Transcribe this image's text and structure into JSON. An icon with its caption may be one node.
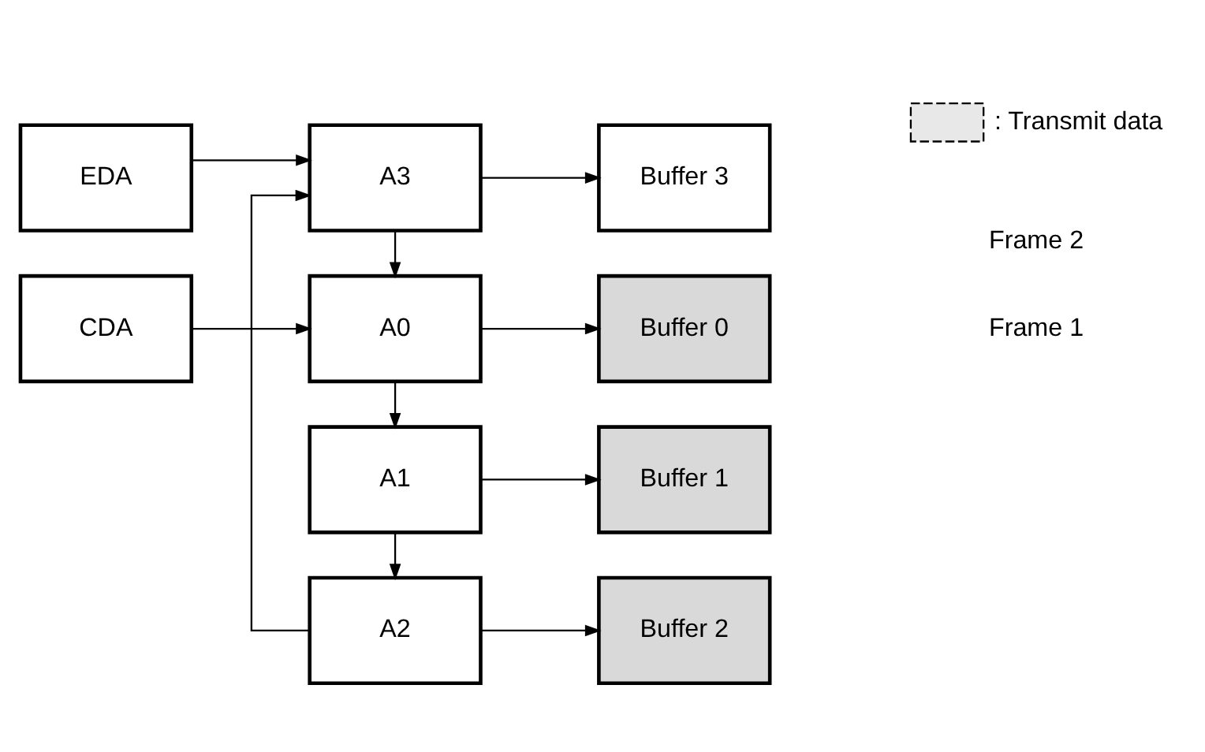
{
  "diagram": {
    "nodes": [
      {
        "text": [
          "CDA"
        ]
      },
      {
        "text": [
          "EDA"
        ]
      },
      {
        "text": [
          "A0"
        ]
      },
      {
        "text": [
          "A1"
        ]
      },
      {
        "text": [
          "A2"
        ]
      },
      {
        "text": [
          "A3"
        ]
      },
      {
        "text": [
          "Buffer 0"
        ]
      },
      {
        "text": [
          "Buffer 1"
        ]
      },
      {
        "text": [
          "Buffer 2"
        ]
      },
      {
        "text": [
          "Buffer 3"
        ]
      }
    ],
    "edges": [
      {
        "from": 0,
        "to": 2,
        "arrow": "to"
      },
      {
        "from": 1,
        "to": 5,
        "arrow": "to"
      },
      {
        "from": 5,
        "to": 2,
        "arrow": "to"
      },
      {
        "from": 2,
        "to": 3,
        "arrow": "to"
      },
      {
        "from": 3,
        "to": 4,
        "arrow": "to"
      },
      {
        "from": 4,
        "to": 5,
        "arrow": "to"
      },
      {
        "from": 2,
        "to": 6,
        "arrow": "to"
      },
      {
        "from": 3,
        "to": 7,
        "arrow": "to"
      },
      {
        "from": 4,
        "to": 8,
        "arrow": "to"
      },
      {
        "from": 5,
        "to": 9,
        "arrow": "to"
      }
    ],
    "labels": [
      "Frame 1",
      "Frame 2"
    ],
    "legend": [
      {
        "text": ": Transmit data"
      }
    ]
  }
}
